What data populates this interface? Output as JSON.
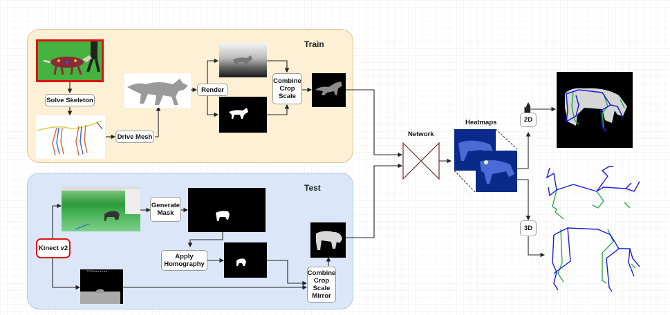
{
  "panels": {
    "train": {
      "title": "Train"
    },
    "test": {
      "title": "Test"
    }
  },
  "train": {
    "solve_skeleton": "Solve Skeleton",
    "drive_mesh": "Drive Mesh",
    "render": "Render",
    "combine": [
      "Combine",
      "Crop",
      "Scale"
    ]
  },
  "test": {
    "kinect": "Kinect v2",
    "generate_mask": [
      "Generate",
      "Mask"
    ],
    "apply_homography": [
      "Apply",
      "Homography"
    ],
    "combine": [
      "Combine",
      "Crop",
      "Scale",
      "Mirror"
    ]
  },
  "pipeline": {
    "network": "Network",
    "heatmaps": "Heatmaps",
    "out_2d": "2D",
    "out_3d": "3D"
  },
  "colors": {
    "train_bg": "#fdf0d4",
    "test_bg": "#dbe7f8",
    "highlight_border": "#e01010",
    "skeleton_pred": "#1a1adf",
    "skeleton_gt": "#2aa84a",
    "heatmap_bg": "#0a2a8a",
    "network_stroke": "#6b2e2e"
  }
}
